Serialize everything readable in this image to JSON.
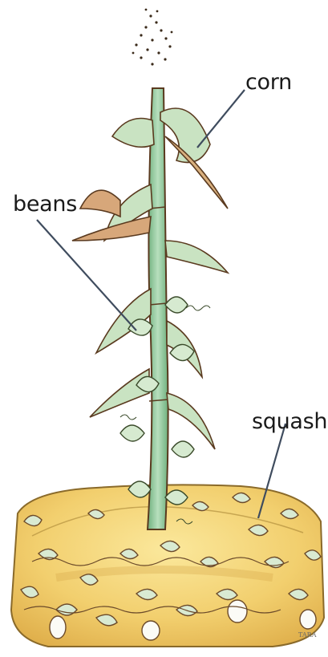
{
  "labels": {
    "corn": "corn",
    "beans": "beans",
    "squash": "squash"
  },
  "signature": "TARA",
  "colors": {
    "mound": "#f2cf6e",
    "mound_edge": "#8a6a2a",
    "stalk": "#8fc79a",
    "stalk_edge": "#5a3a1f",
    "leaf": "#c9e3c2",
    "leaf_tip": "#d79a72",
    "tassel": "#3a2a1a",
    "pointer": "#3f4c5e"
  }
}
